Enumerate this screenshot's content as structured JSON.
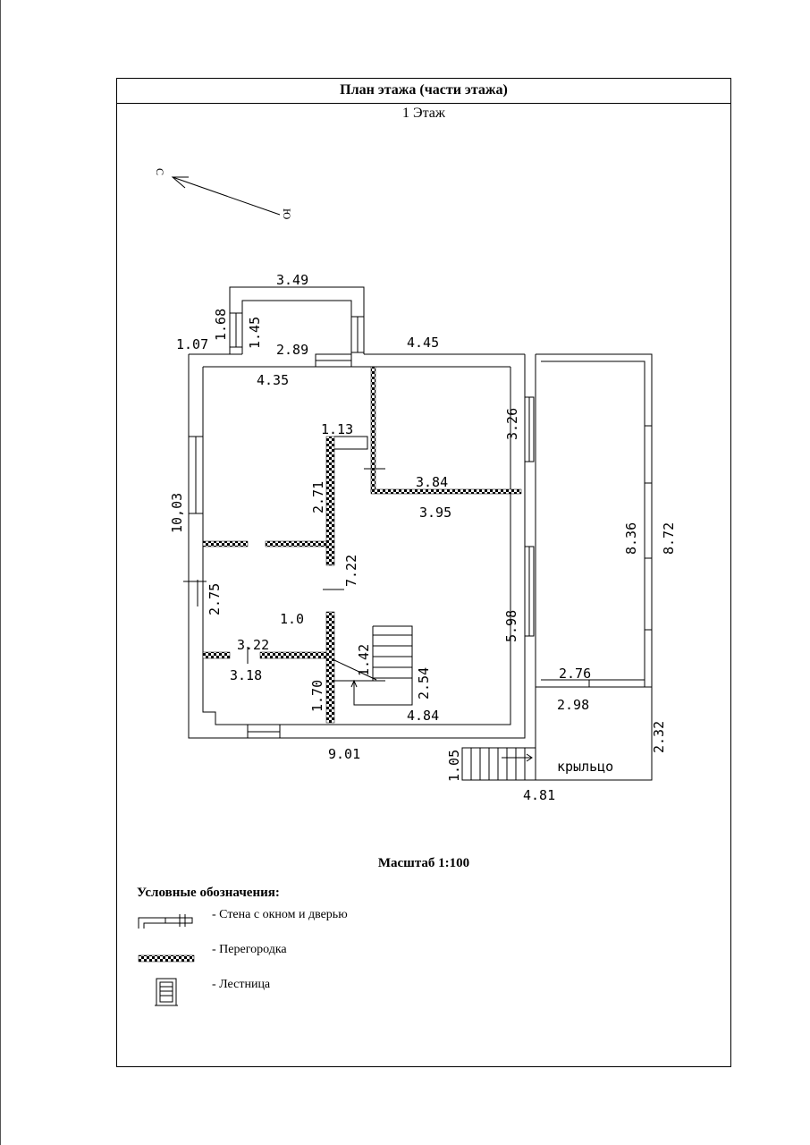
{
  "header": {
    "title": "План этажа (части этажа)",
    "floor": "1 Этаж"
  },
  "compass": {
    "north": "С",
    "south": "Ю"
  },
  "dimensions": {
    "porch_top_width": "3.49",
    "porch_left_height": "1.68",
    "porch_inner_height": "1.45",
    "porch_inner_width": "2.89",
    "porch_left_offset": "1.07",
    "top_right_width": "4.45",
    "room_top_width": "4.35",
    "corridor_gap": "1.13",
    "right_room_height": "3.26",
    "partition_width": "3.84",
    "room_right_width": "3.95",
    "left_height": "10,03",
    "partition_height": "2.71",
    "hall_height": "7.22",
    "left_room_height": "2.75",
    "door_width": "1.0",
    "veranda_inner_height": "8.36",
    "veranda_outer_height": "8.72",
    "right_lower_height": "5.98",
    "bath_width": "3.22",
    "stair_width": "1.42",
    "stair_length": "2.54",
    "bath_inner_width": "3.18",
    "bath_height": "1.70",
    "veranda_bottom_width": "2.76",
    "porch_width": "2.98",
    "hall_bottom_width": "4.84",
    "porch_height": "2.32",
    "total_width": "9.01",
    "steps_height": "1.05",
    "porch_total_width": "4.81"
  },
  "labels": {
    "porch": "крыльцо"
  },
  "footer": {
    "scale": "Масштаб 1:100",
    "legend_title": "Условные обозначения:",
    "legend": [
      {
        "icon": "wall-with-window-door-icon",
        "label": "- Стена с окном и дверью"
      },
      {
        "icon": "partition-icon",
        "label": "- Перегородка"
      },
      {
        "icon": "staircase-icon",
        "label": "- Лестница"
      }
    ]
  }
}
